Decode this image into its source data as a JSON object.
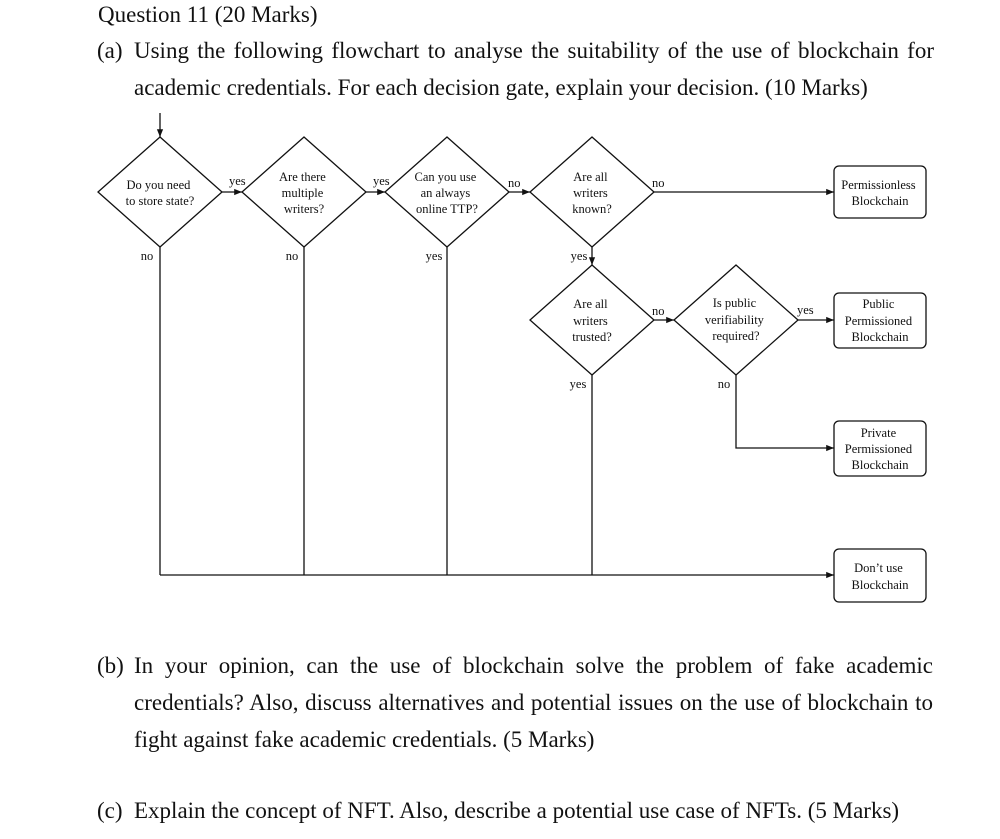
{
  "question": {
    "title": "Question 11 (20 Marks)"
  },
  "part_a": {
    "label": "(a)",
    "text": "Using the following flowchart to analyse the suitability of the use of blockchain for academic credentials. For each decision gate, explain your decision. (10 Marks)"
  },
  "flowchart": {
    "decisions": {
      "store_state": [
        "Do you need",
        "to store state?"
      ],
      "multiple_writers": [
        "Are there",
        "multiple",
        "writers?"
      ],
      "online_ttp": [
        "Can you use",
        "an always",
        "online TTP?"
      ],
      "writers_known": [
        "Are all",
        "writers",
        "known?"
      ],
      "writers_trusted": [
        "Are all",
        "writers",
        "trusted?"
      ],
      "public_verifiability": [
        "Is public",
        "verifiability",
        "required?"
      ]
    },
    "outcomes": {
      "permissionless": [
        "Permissionless",
        "Blockchain"
      ],
      "public_permissioned": [
        "Public",
        "Permissioned",
        "Blockchain"
      ],
      "private_permissioned": [
        "Private",
        "Permissioned",
        "Blockchain"
      ],
      "dont_use": [
        "Don’t use",
        "Blockchain"
      ]
    },
    "edge_labels": {
      "store_state_yes": "yes",
      "store_state_no": "no",
      "multiple_writers_yes": "yes",
      "multiple_writers_no": "no",
      "online_ttp_no": "no",
      "online_ttp_yes": "yes",
      "writers_known_no": "no",
      "writers_known_yes": "yes",
      "writers_trusted_no": "no",
      "writers_trusted_yes": "yes",
      "public_verifiability_yes": "yes",
      "public_verifiability_no": "no"
    }
  },
  "part_b": {
    "label": "(b)",
    "text": "In your opinion, can the use of blockchain solve the problem of fake academic credentials? Also, discuss alternatives and potential issues on the use of blockchain to fight against fake academic credentials. (5 Marks)"
  },
  "part_c": {
    "label": "(c)",
    "text": "Explain the concept of NFT. Also, describe a potential use case of NFTs. (5 Marks)"
  }
}
